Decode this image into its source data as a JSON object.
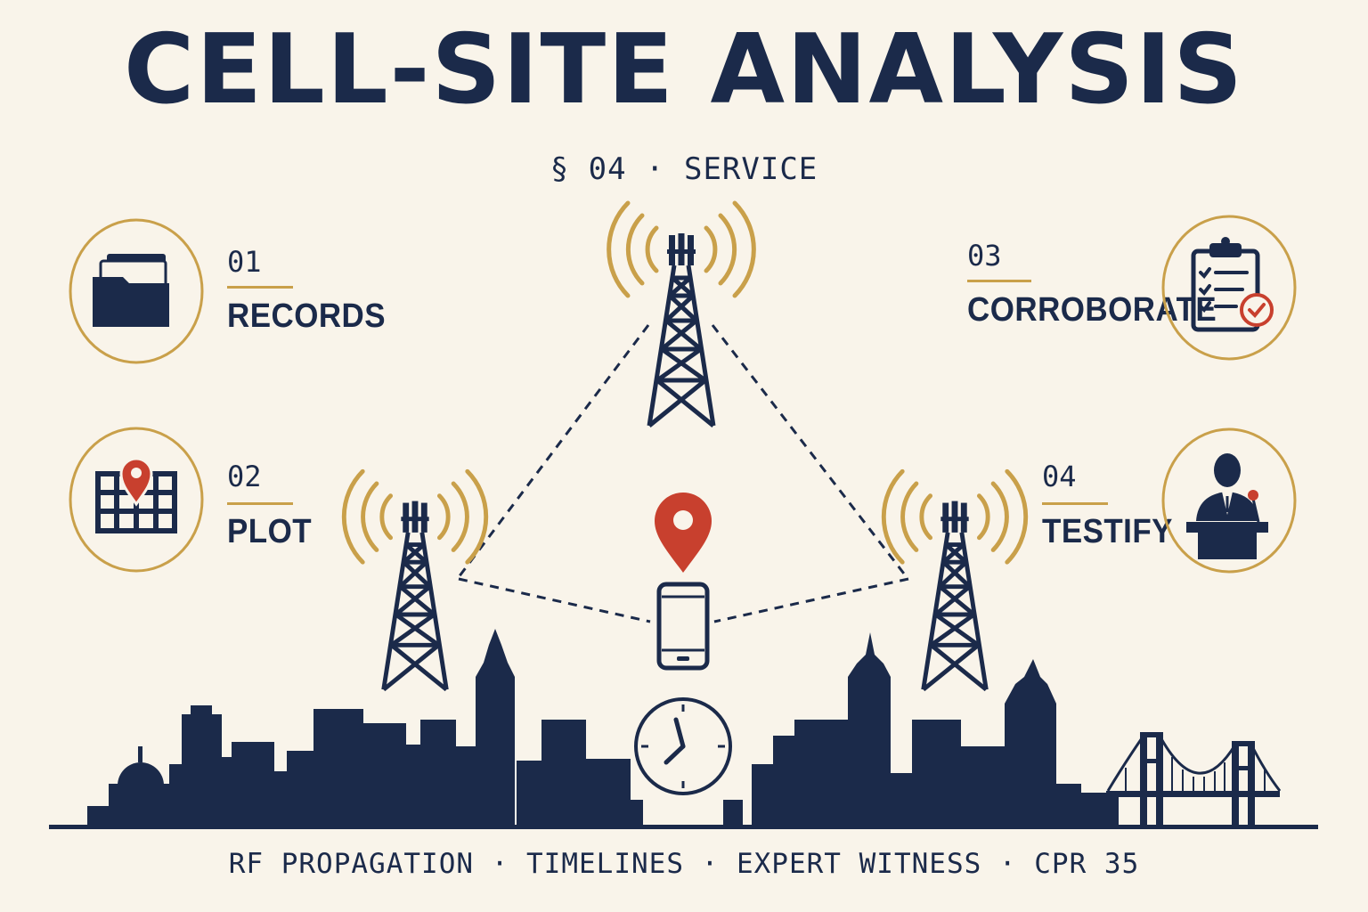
{
  "title": "CELL-SITE ANALYSIS",
  "subtitle": "§ 04 · SERVICE",
  "footer": "RF PROPAGATION · TIMELINES · EXPERT WITNESS · CPR 35",
  "steps": [
    {
      "num": "01",
      "label": "RECORDS",
      "icon": "folder-icon"
    },
    {
      "num": "02",
      "label": "PLOT",
      "icon": "map-pin-icon"
    },
    {
      "num": "03",
      "label": "CORROBORATE",
      "icon": "clipboard-check-icon"
    },
    {
      "num": "04",
      "label": "TESTIFY",
      "icon": "witness-podium-icon"
    }
  ],
  "colors": {
    "navy": "#1b2a4a",
    "gold": "#c9a04a",
    "red": "#c8402e",
    "background": "#f9f4ea"
  }
}
